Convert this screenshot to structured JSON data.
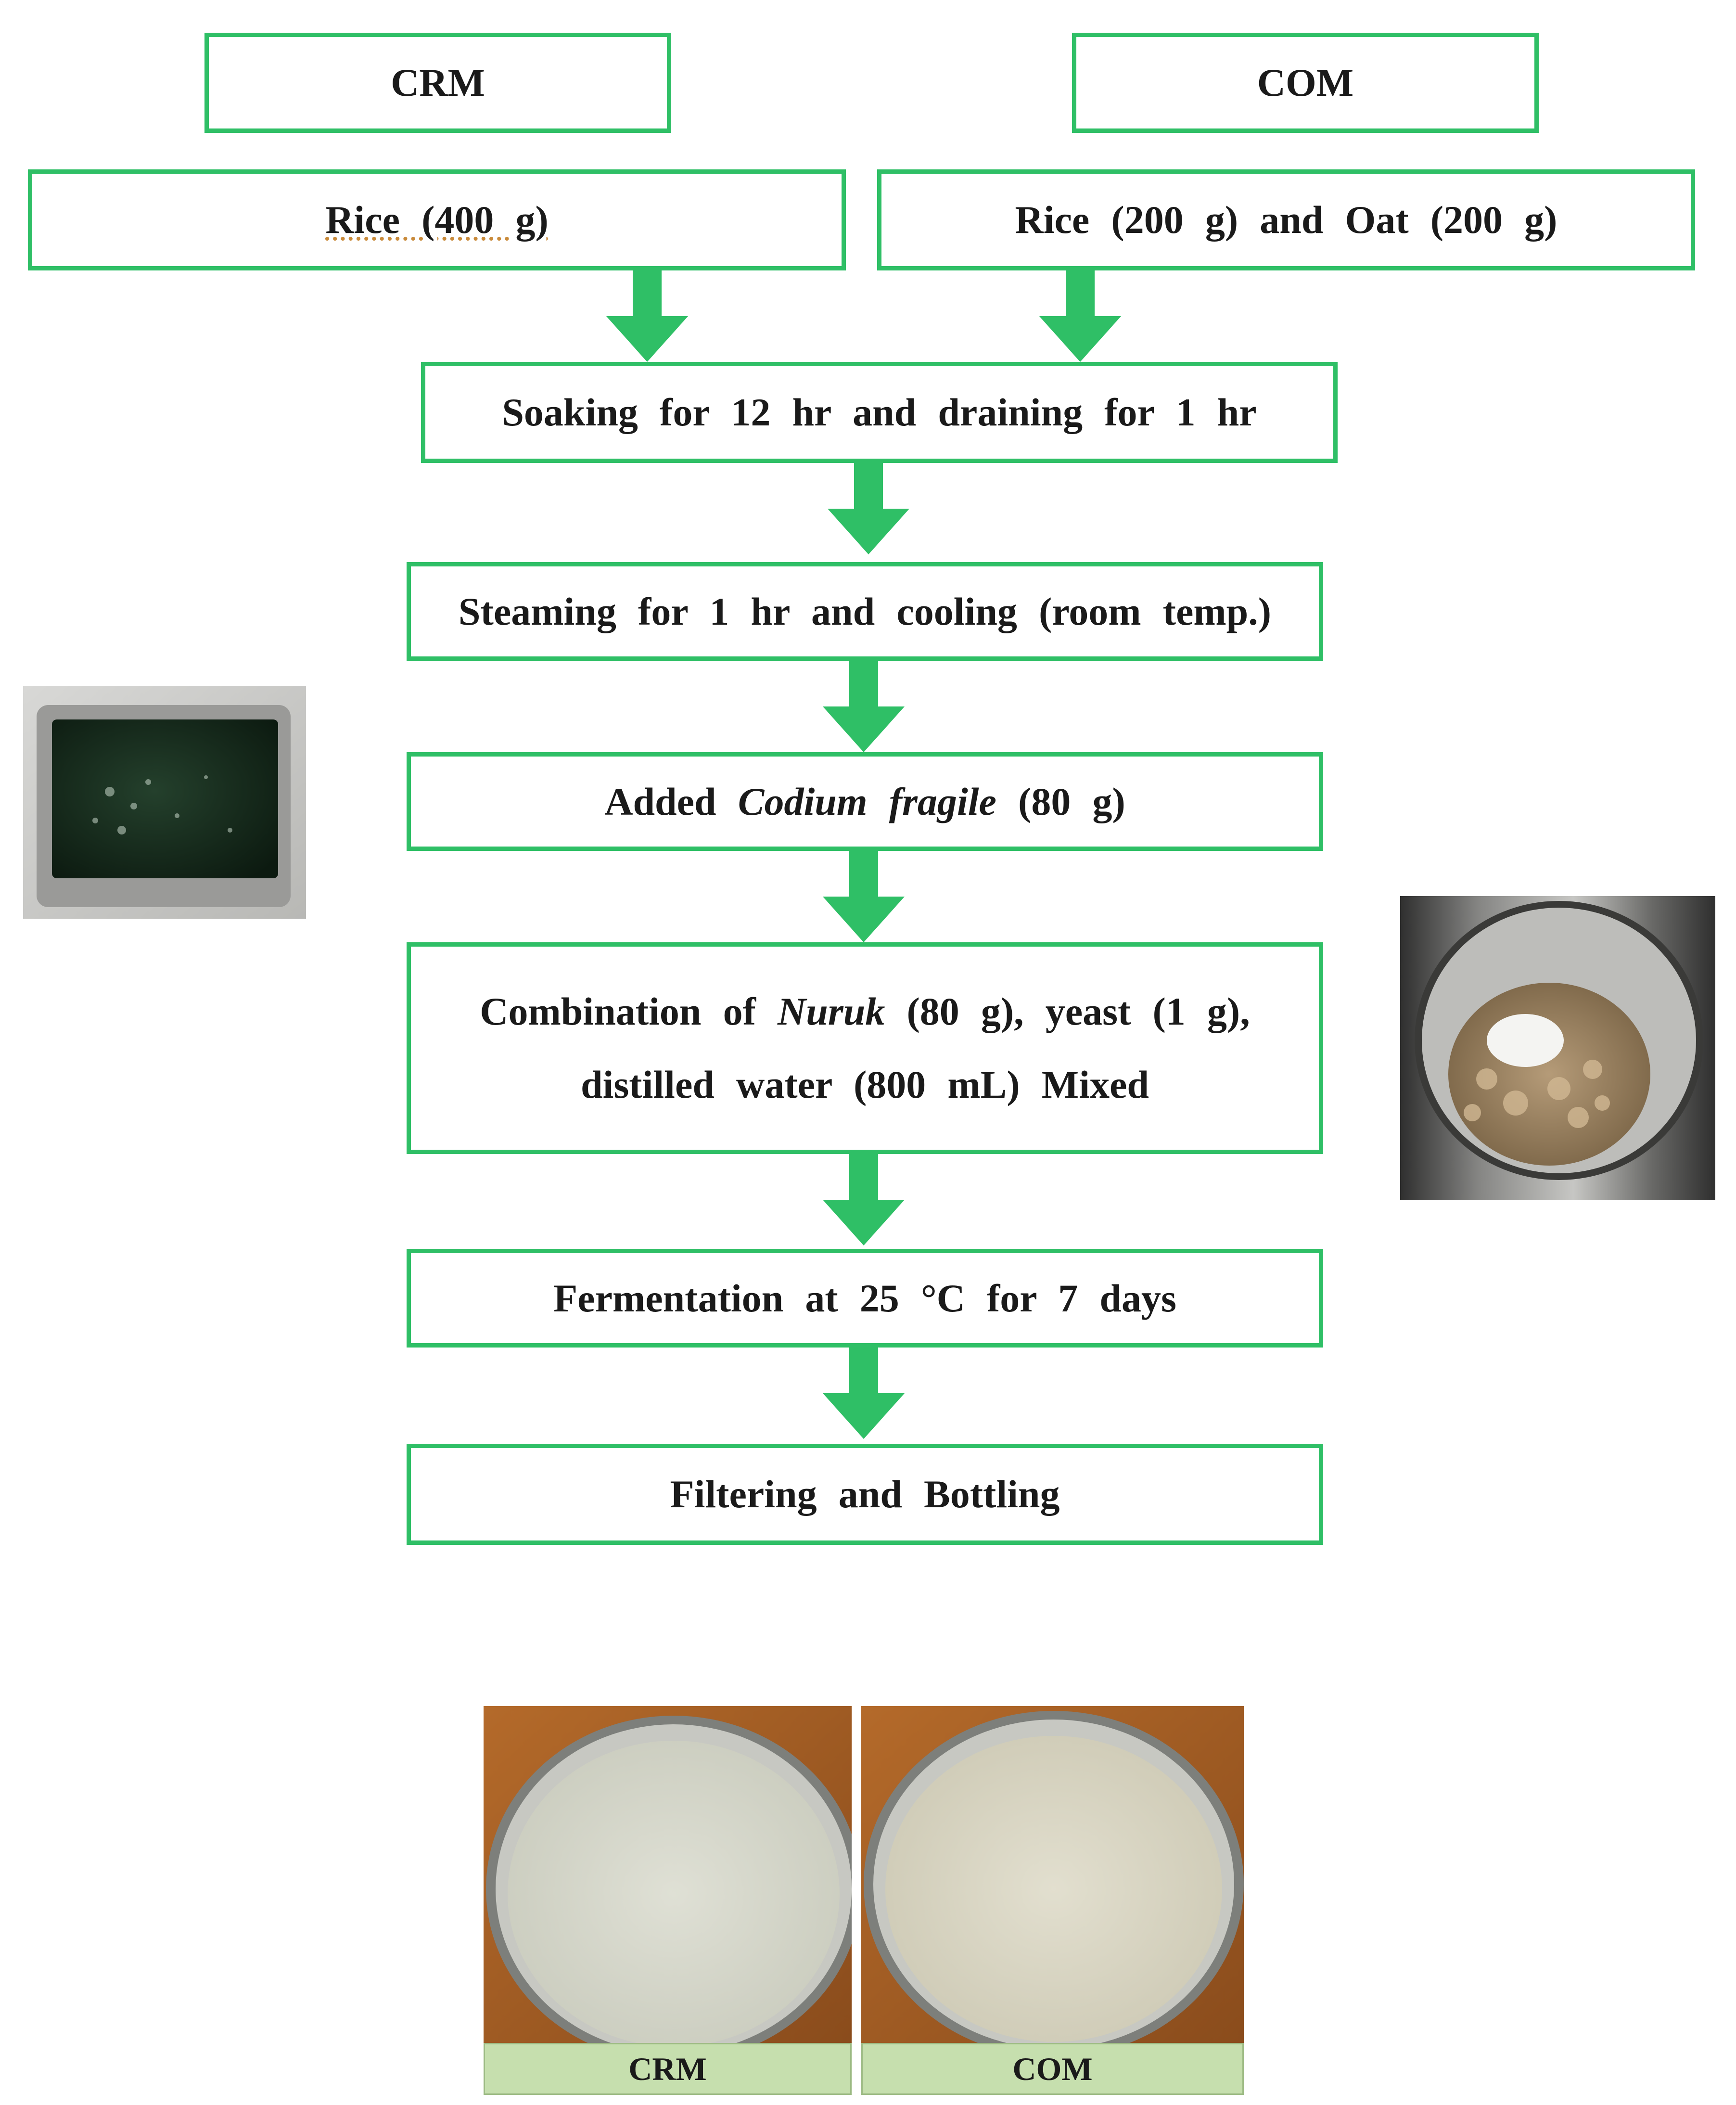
{
  "colors": {
    "box_border": "#2fbf66",
    "arrow": "#2fbf66",
    "caption_bg": "#c6dfae"
  },
  "groups": {
    "crm_label": "CRM",
    "com_label": "COM"
  },
  "ingredients": {
    "crm": "Rice (400 g)",
    "com": "Rice (200 g) and Oat (200 g)"
  },
  "steps": {
    "soaking": "Soaking for 12 hr and draining for 1 hr",
    "steaming": "Steaming for 1 hr and cooling (room temp.)",
    "added_prefix": "Added",
    "added_species": "Codium fragile",
    "added_amount": "(80 g)",
    "combination_prefix": "Combination of",
    "combination_nuruk": "Nuruk",
    "combination_line1_rest": "(80 g), yeast (1 g),",
    "combination_line2": "distilled water (800 mL) Mixed",
    "fermentation": "Fermentation at 25 °C for 7 days",
    "filtering": "Filtering and Bottling"
  },
  "photos": {
    "seaweed": "codium-fragile-photo",
    "mixture": "fermentation-mixture-photo",
    "crm_product": "crm-makgeolli-photo",
    "com_product": "com-makgeolli-photo"
  },
  "captions": {
    "crm": "CRM",
    "com": "COM"
  },
  "icons": [
    "down-arrow-icon"
  ]
}
